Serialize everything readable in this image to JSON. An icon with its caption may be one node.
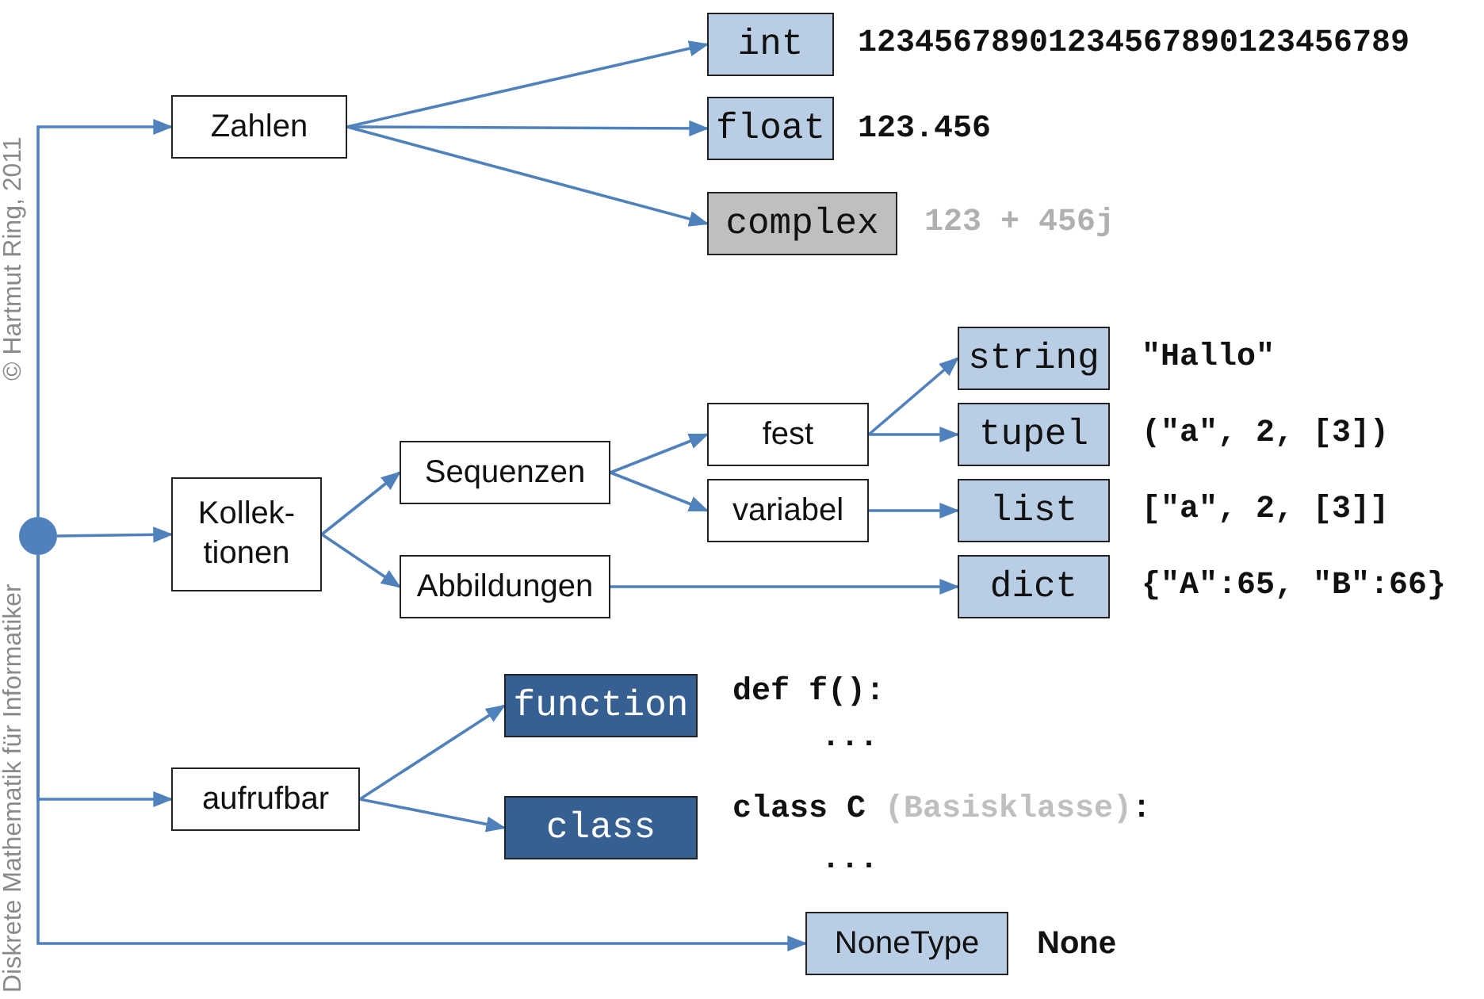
{
  "diagram": {
    "nodes": [
      {
        "text": [],
        "shape": "circle"
      },
      {
        "text": [
          "Zahlen"
        ]
      },
      {
        "text": [
          "Kollek- tionen"
        ]
      },
      {
        "text": [
          "aufrufbar"
        ]
      },
      {
        "text": [
          "int"
        ],
        "beside": [
          "12345678901234567890123456789"
        ]
      },
      {
        "text": [
          "float"
        ],
        "beside": [
          "123.456"
        ]
      },
      {
        "text": [
          "complex"
        ],
        "beside": [
          "123 + 456j"
        ]
      },
      {
        "text": [
          "Sequenzen"
        ]
      },
      {
        "text": [
          "Abbildungen"
        ]
      },
      {
        "text": [
          "fest"
        ]
      },
      {
        "text": [
          "variabel"
        ]
      },
      {
        "text": [
          "string"
        ],
        "beside": [
          "\"Hallo\""
        ]
      },
      {
        "text": [
          "tupel"
        ],
        "beside": [
          "(\"a\", 2, [3])"
        ]
      },
      {
        "text": [
          "list"
        ],
        "beside": [
          "[\"a\", 2, [3]]"
        ]
      },
      {
        "text": [
          "dict"
        ],
        "beside": [
          "{\"A\":65, \"B\":66}"
        ]
      },
      {
        "text": [
          "function"
        ],
        "beside": [
          "def f():",
          "..."
        ]
      },
      {
        "text": [
          "class"
        ],
        "beside": [
          "class C",
          "(Basisklasse)",
          ":",
          "..."
        ]
      },
      {
        "text": [
          "NoneType"
        ],
        "beside": [
          "None"
        ]
      }
    ],
    "edges": [
      {
        "from": 0,
        "to": 1,
        "arrow": "to"
      },
      {
        "from": 0,
        "to": 2,
        "arrow": "to"
      },
      {
        "from": 0,
        "to": 3,
        "arrow": "to"
      },
      {
        "from": 0,
        "to": 17,
        "arrow": "to"
      },
      {
        "from": 1,
        "to": 4,
        "arrow": "to"
      },
      {
        "from": 1,
        "to": 5,
        "arrow": "to"
      },
      {
        "from": 1,
        "to": 6,
        "arrow": "to"
      },
      {
        "from": 2,
        "to": 7,
        "arrow": "to"
      },
      {
        "from": 2,
        "to": 8,
        "arrow": "to"
      },
      {
        "from": 7,
        "to": 9,
        "arrow": "to"
      },
      {
        "from": 7,
        "to": 10,
        "arrow": "to"
      },
      {
        "from": 9,
        "to": 11,
        "arrow": "to"
      },
      {
        "from": 9,
        "to": 12,
        "arrow": "to"
      },
      {
        "from": 10,
        "to": 13,
        "arrow": "to"
      },
      {
        "from": 8,
        "to": 14,
        "arrow": "to"
      },
      {
        "from": 3,
        "to": 15,
        "arrow": "to"
      },
      {
        "from": 3,
        "to": 16,
        "arrow": "to"
      }
    ],
    "labels": [
      "© Hartmut Ring, 2011",
      "Diskrete Mathematik für Informatiker"
    ]
  }
}
